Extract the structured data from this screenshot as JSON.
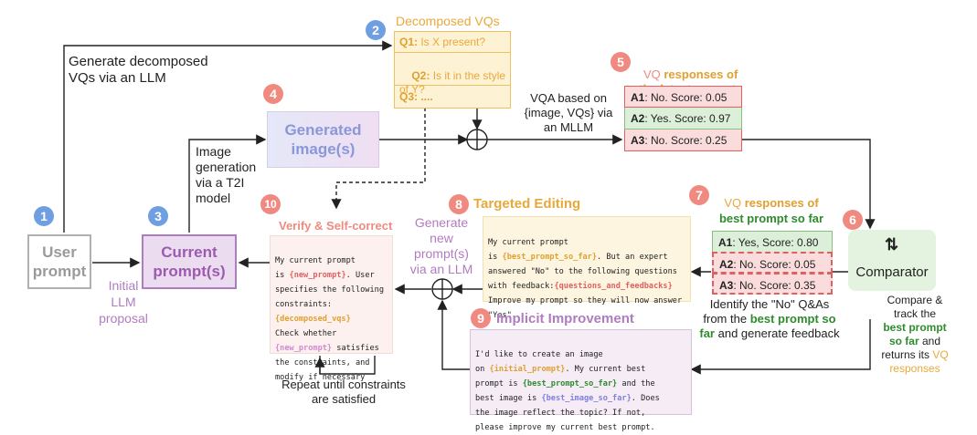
{
  "badges": [
    "1",
    "2",
    "3",
    "4",
    "5",
    "6",
    "7",
    "8",
    "9",
    "10"
  ],
  "user_prompt": "User\nprompt",
  "current_prompts": "Current\nprompt(s)",
  "generated_image": "Generated\nimage(s)",
  "comparator": "Comparator",
  "labels": {
    "gen_vqs": "Generate decomposed\nVQs via an LLM",
    "initial": "Initial\nLLM\nproposal",
    "image_gen": "Image\ngeneration\nvia a T2I\nmodel",
    "vqa": "VQA based on\n{image, VQs} via\nan MLLM",
    "generate_new": "Generate\nnew\nprompt(s)\nvia an LLM",
    "identify_pre": "Identify the \"No\" Q&As\nfrom the ",
    "identify_green": "best prompt so\nfar",
    "identify_post": " and generate feedback",
    "compare_pre": "Compare &\ntrack the\n",
    "compare_green": "best prompt\nso far",
    "compare_mid": " and\nreturns its ",
    "compare_orange": "VQ\nresponses",
    "repeat": "Repeat until constraints\nare satisfied"
  },
  "decomposed": {
    "title": "Decomposed VQs",
    "rows": [
      {
        "q": "Q1:",
        "text": " Is X present?"
      },
      {
        "q": "Q2:",
        "text": " Is it in the style\nof Y?"
      },
      {
        "q": "Q3:",
        "text": " ...."
      }
    ]
  },
  "latest": {
    "title_a": "VQ ",
    "title_b": "responses of\nthe latest prompt",
    "rows": [
      {
        "a": "A1",
        "text": ": No. Score: 0.05",
        "kind": "no"
      },
      {
        "a": "A2",
        "text": ": Yes. Score: 0.97",
        "kind": "yes"
      },
      {
        "a": "A3",
        "text": ": No. Score: 0.25",
        "kind": "no"
      }
    ]
  },
  "best": {
    "title_a": "VQ ",
    "title_b": "responses of",
    "title_c": "best prompt so far",
    "rows": [
      {
        "a": "A1",
        "text": ": Yes, Score: 0.80",
        "kind": "yes"
      },
      {
        "a": "A2",
        "text": ": No. Score: 0.05",
        "kind": "no"
      },
      {
        "a": "A3",
        "text": ": No. Score: 0.35",
        "kind": "no"
      }
    ]
  },
  "verify": {
    "title": "Verify & Self-correct",
    "t1": "My current prompt\nis ",
    "k1": "{new_prompt}",
    "t2": ". User\nspecifies the following\nconstraints:\n",
    "k2": "{decomposed_vqs}",
    "t3": "\nCheck whether\n",
    "k3": "{new_prompt}",
    "t4": " satisfies\nthe constraints, and\nmodify if necessary"
  },
  "targeted": {
    "title": "Targeted Editing",
    "t1": "My current prompt\nis ",
    "k1": "{best_prompt_so_far}",
    "t2": ". But an expert\nanswered \"No\" to the following questions\nwith feedback:",
    "k2": "{questions_and_feedbacks}",
    "t3": "\nImprove my prompt so they will now answer\n\"Yes\"."
  },
  "implicit": {
    "title": "Implicit Improvement",
    "t1": "I'd like to create an image\non ",
    "k1": "{initial_prompt}",
    "t2": ". My current best\nprompt is ",
    "k2": "{best_prompt_so_far}",
    "t3": " and the\nbest image is ",
    "k3": "{best_image_so_far}",
    "t4": ". Does\nthe image reflect the topic? If not,\nplease improve my current best prompt."
  },
  "colors": {
    "blue_badge": "#6f9fe0",
    "red_badge": "#f08a80",
    "purple": "#b07cc0",
    "orange": "#e8a93a",
    "green": "#2e8b2e"
  }
}
